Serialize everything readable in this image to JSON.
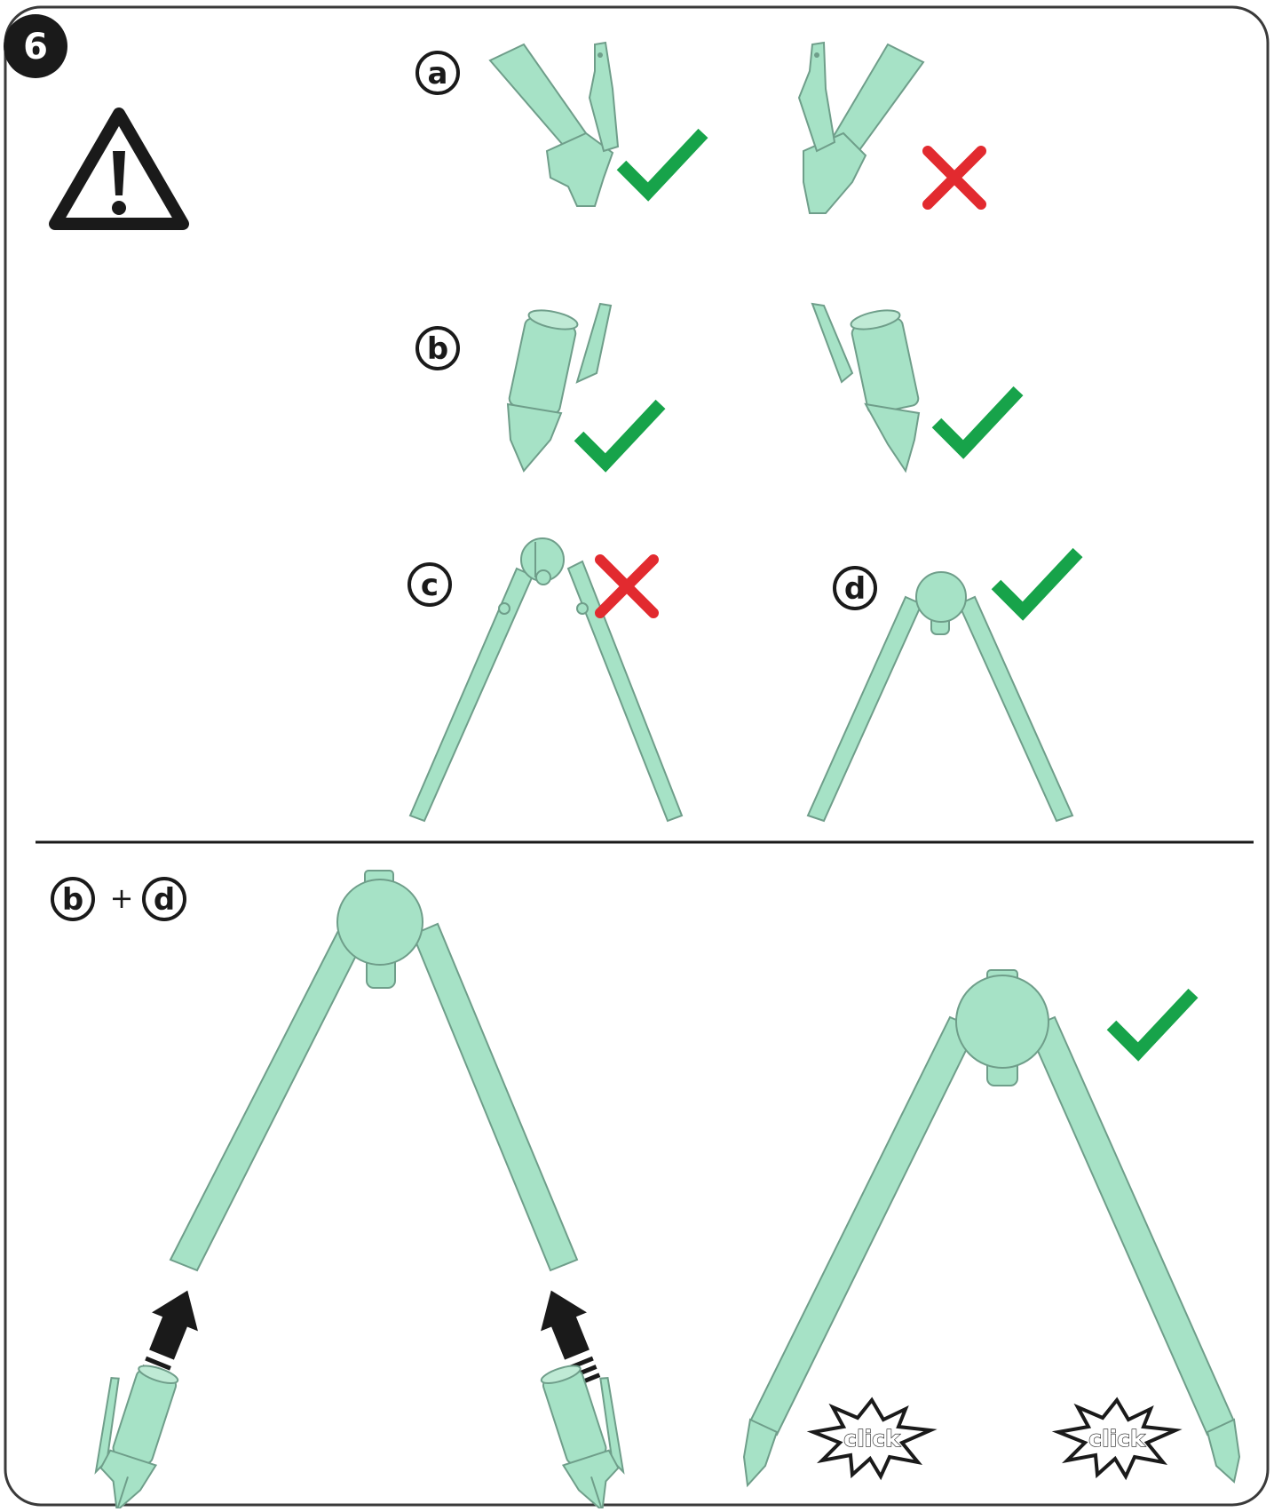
{
  "step": {
    "number": "6"
  },
  "labels": {
    "a": "a",
    "b": "b",
    "c": "c",
    "d": "d",
    "plus": "+"
  },
  "click_text": "click",
  "colors": {
    "part_fill": "#a6e2c6",
    "part_stroke": "#6f9e8a",
    "check": "#17a34a",
    "cross": "#e22a2f",
    "ink": "#1a1a1a"
  },
  "icons": [
    "warning-icon",
    "check-icon",
    "cross-icon",
    "arrow-up-icon",
    "click-burst-icon"
  ]
}
